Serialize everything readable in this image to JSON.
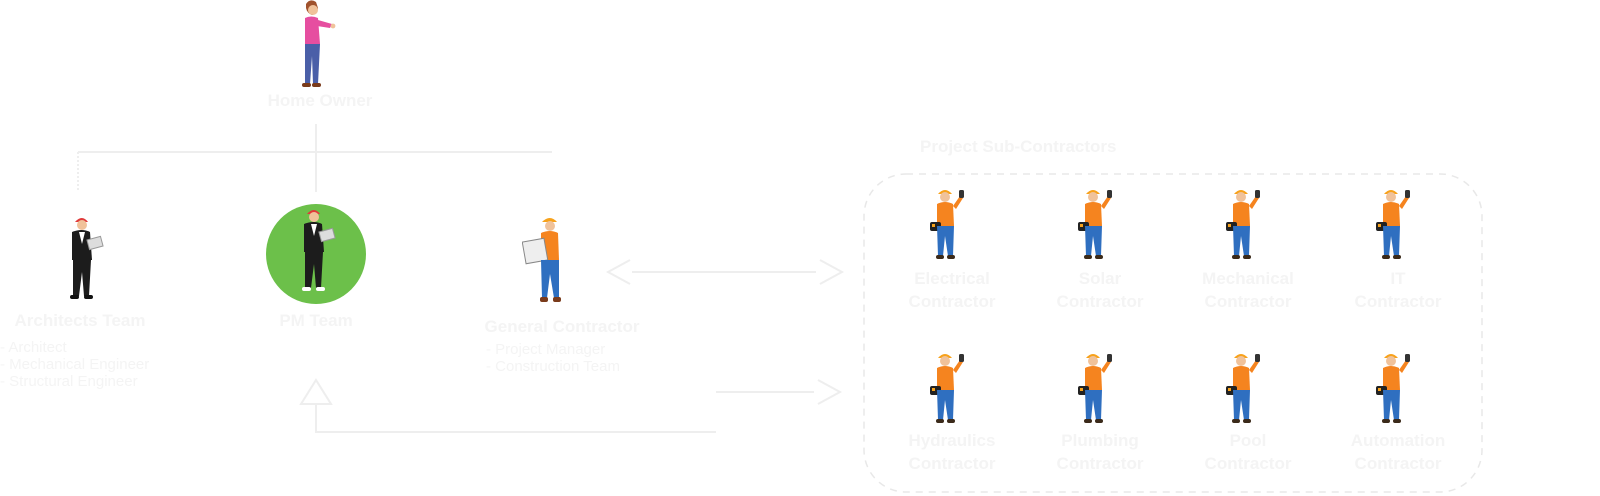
{
  "home_owner": {
    "label": "Home Owner"
  },
  "architects_team": {
    "label": "Architects Team",
    "members": [
      "- Architect",
      "- Mechanical Engineer",
      "- Structural Engineer"
    ]
  },
  "pm_team": {
    "label": "PM Team",
    "accent": "#6cc04a"
  },
  "general_contractor": {
    "label": "General Contractor",
    "members": [
      "- Project Manager",
      "- Construction Team"
    ]
  },
  "subcontractors": {
    "title": "Project Sub-Contractors",
    "items": [
      {
        "line1": "Electrical",
        "line2": "Contractor"
      },
      {
        "line1": "Solar",
        "line2": "Contractor"
      },
      {
        "line1": "Mechanical",
        "line2": "Contractor"
      },
      {
        "line1": "IT",
        "line2": "Contractor"
      },
      {
        "line1": "Hydraulics",
        "line2": "Contractor"
      },
      {
        "line1": "Plumbing",
        "line2": "Contractor"
      },
      {
        "line1": "Pool",
        "line2": "Contractor"
      },
      {
        "line1": "Automation",
        "line2": "Contractor"
      }
    ]
  },
  "colors": {
    "connector": "#eeeeee",
    "text": "#f4f4f4",
    "worker_orange": "#f5841f",
    "hardhat_yellow": "#f7a21b",
    "hardhat_red": "#e03a3a",
    "jeans_blue": "#2f6fc0",
    "owner_pink": "#e64ea0",
    "owner_pants": "#4a5fa8",
    "suit_black": "#1c1c1c"
  }
}
